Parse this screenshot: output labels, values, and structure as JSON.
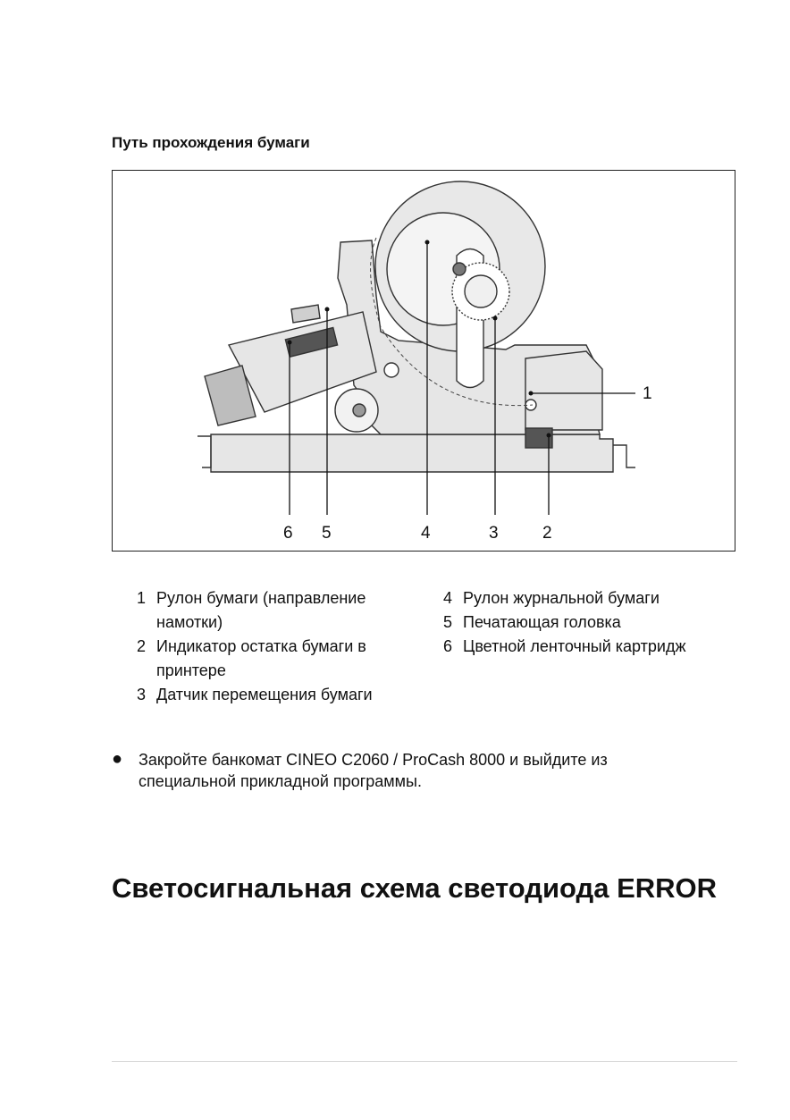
{
  "section_title": "Путь прохождения бумаги",
  "figure": {
    "callouts": [
      "1",
      "2",
      "3",
      "4",
      "5",
      "6"
    ]
  },
  "legend": {
    "left": [
      {
        "num": "1",
        "text": "Рулон бумаги (направление намотки)"
      },
      {
        "num": "2",
        "text": "Индикатор остатка бумаги в принтере"
      },
      {
        "num": "3",
        "text": "Датчик перемещения бумаги"
      }
    ],
    "right": [
      {
        "num": "4",
        "text": "Рулон журнальной бумаги"
      },
      {
        "num": "5",
        "text": "Печатающая головка"
      },
      {
        "num": "6",
        "text": "Цветной ленточный картридж"
      }
    ]
  },
  "bullet": {
    "symbol": "●",
    "text": "Закройте банкомат CINEO C2060 / ProCash 8000 и выйдите из специальной прикладной программы."
  },
  "heading": "Светосигнальная схема светодиода ERROR"
}
